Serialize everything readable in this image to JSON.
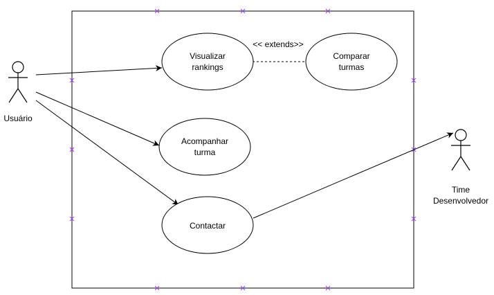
{
  "diagram": {
    "actors": {
      "usuario": {
        "label": "Usuário"
      },
      "time": {
        "label_line1": "Time",
        "label_line2": "Desenvolvedor"
      }
    },
    "use_cases": {
      "visualizar": {
        "line1": "Visualizar",
        "line2": "rankings"
      },
      "comparar": {
        "line1": "Comparar",
        "line2": "turmas"
      },
      "acompanhar": {
        "line1": "Acompanhar",
        "line2": "turma"
      },
      "contactar": {
        "line1": "Contactar"
      }
    },
    "relations": {
      "extends_label": "<< extends>>"
    }
  }
}
